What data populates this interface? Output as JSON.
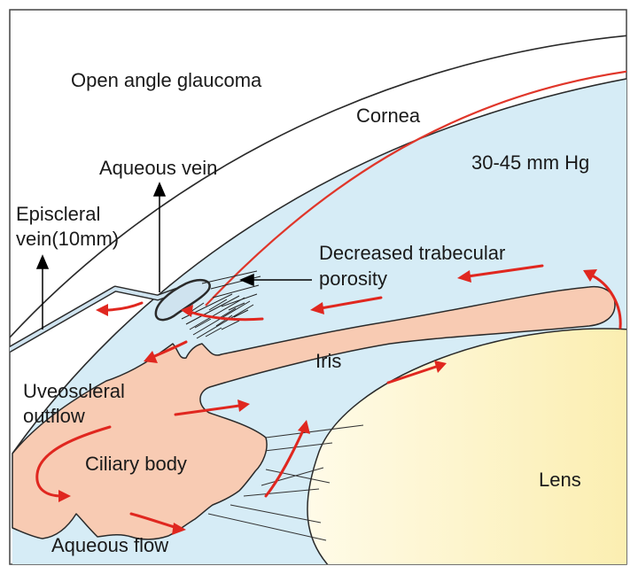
{
  "diagram": {
    "title": "Open angle glaucoma",
    "labels": {
      "cornea": "Cornea",
      "pressure": "30-45 mm Hg",
      "aqueous_vein": "Aqueous vein",
      "episcleral_line1": "Episcleral",
      "episcleral_line2": "vein(10mm)",
      "trabecular_line1": "Decreased trabecular",
      "trabecular_line2": "porosity",
      "iris": "Iris",
      "uveoscleral_line1": "Uveoscleral",
      "uveoscleral_line2": "outflow",
      "ciliary_body": "Ciliary body",
      "lens": "Lens",
      "aqueous_flow": "Aqueous flow"
    },
    "colors": {
      "aqueous_chamber": "#d6ecf6",
      "tissue": "#f8cbb3",
      "lens_light": "#fffbe8",
      "lens_dark": "#fbeeb0",
      "flow_arrow": "#e0271f",
      "cornea_endothelium": "#e0362a",
      "outline": "#2a2a2a",
      "vein": "#cfe3ef"
    }
  }
}
